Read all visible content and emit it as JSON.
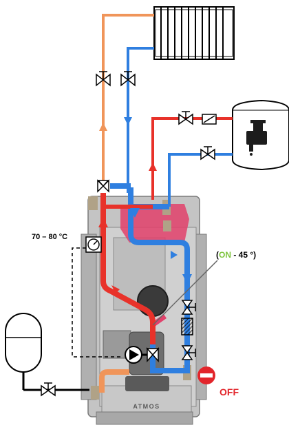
{
  "labels": {
    "temp_range": "70 – 80 °C",
    "valve_open": "(",
    "valve_on": "ON",
    "valve_angle": " - 45 °)",
    "off": "OFF",
    "brand": "ATMOS"
  },
  "colors": {
    "hot_red": "#e8322a",
    "cold_blue": "#2f7fe0",
    "flow_orange": "#f0955a",
    "on_green": "#7dc43c",
    "off_red": "#e2252b",
    "boiler_grey": "#b9b9b9",
    "pink_panel": "#e2416b"
  },
  "icons": [
    "radiator-icon",
    "hot-water-tank-icon",
    "faucet-icon",
    "expansion-vessel-icon",
    "pump-icon",
    "valve-icon",
    "thermometer-icon",
    "filter-icon",
    "no-entry-icon",
    "arrow-up-icon",
    "arrow-down-icon"
  ]
}
